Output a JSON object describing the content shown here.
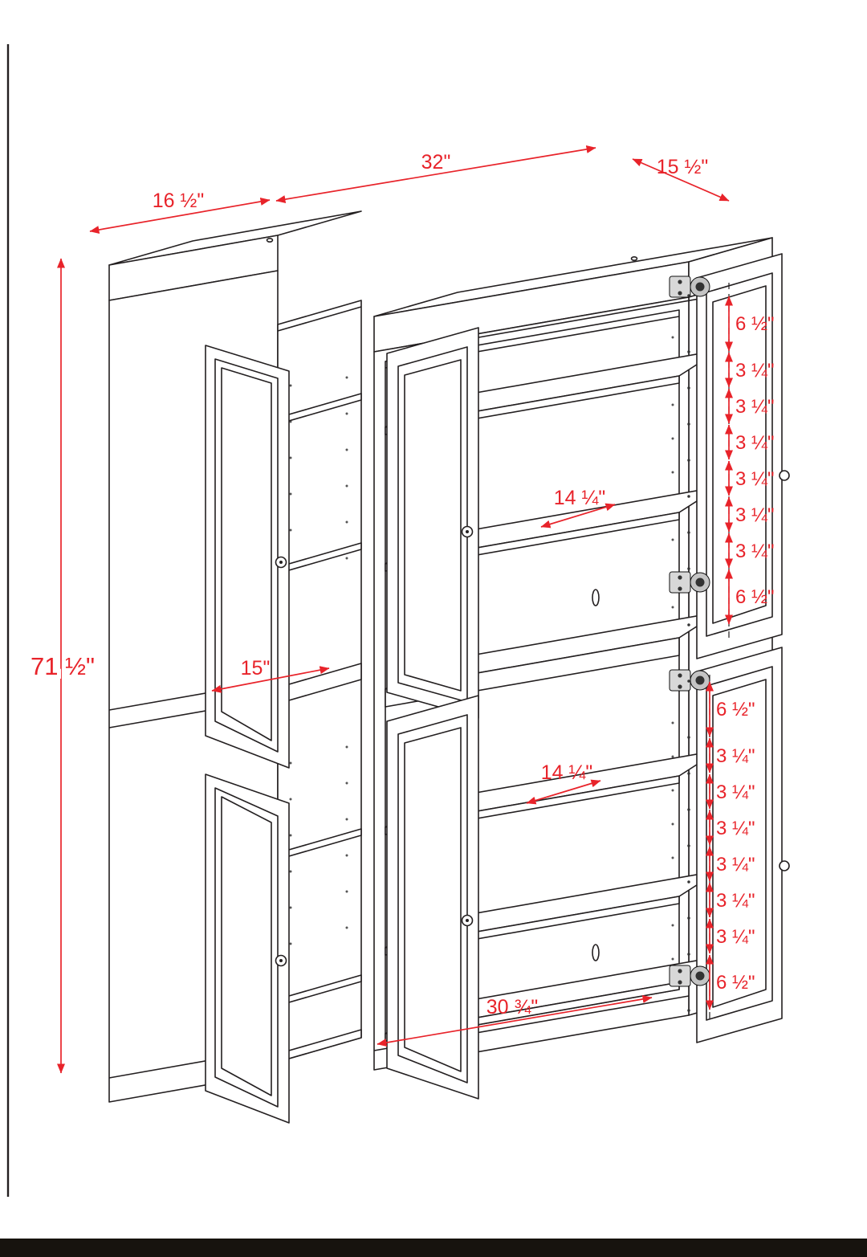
{
  "drawing_title": "storage-cabinet-dimension-drawing",
  "colors": {
    "dimension_red": "#e8232a",
    "line_black": "#231f20",
    "background": "#ffffff"
  },
  "dims": {
    "overall_height": "71 ½\"",
    "left_cabinet_width": "16 ½\"",
    "right_cabinet_width": "32\"",
    "cabinet_depth": "15 ½\"",
    "left_shelf_width": "15\"",
    "upper_shelf_depth": "14 ¼\"",
    "lower_shelf_depth": "14 ¼\"",
    "bottom_shelf_width": "30 ¾\"",
    "upper_hole_spacing": [
      "6 ½\"",
      "3 ¼\"",
      "3 ¼\"",
      "3 ¼\"",
      "3 ¼\"",
      "3 ¼\"",
      "3 ¼\"",
      "6 ½\""
    ],
    "lower_hole_spacing": [
      "6 ½\"",
      "3 ¼\"",
      "3 ¼\"",
      "3 ¼\"",
      "3 ¼\"",
      "3 ¼\"",
      "3 ¼\"",
      "6 ½\""
    ]
  }
}
